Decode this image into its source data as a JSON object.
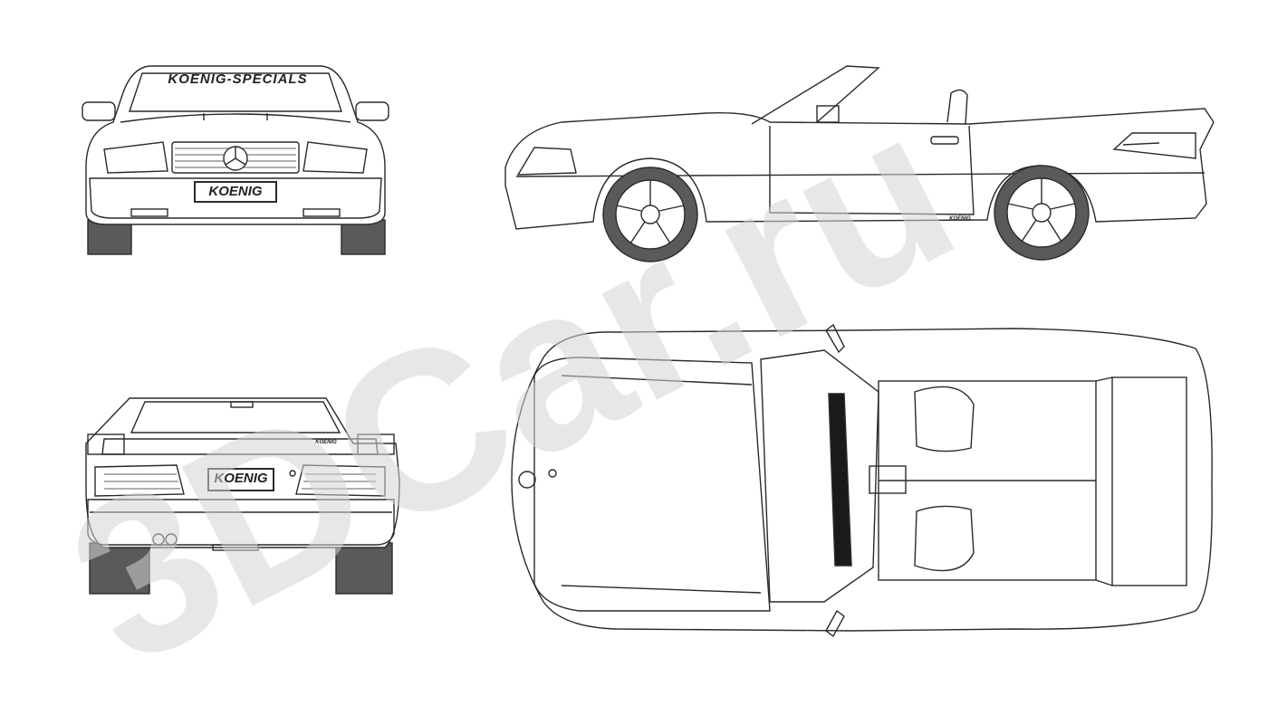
{
  "watermark": {
    "text": "3DCar.ru",
    "color": "#d3d3d3"
  },
  "front_view": {
    "windshield_banner": "KOENIG-SPECIALS",
    "front_plate": "KOENIG"
  },
  "rear_view": {
    "rear_plate": "KOENIG",
    "trunk_badge": "KOENIG"
  },
  "side_view": {
    "door_badge": "KOENIG"
  },
  "colors": {
    "line": "#2a2a2a",
    "tire": "#5a5a5a",
    "hatch": "#3a3a3a"
  }
}
